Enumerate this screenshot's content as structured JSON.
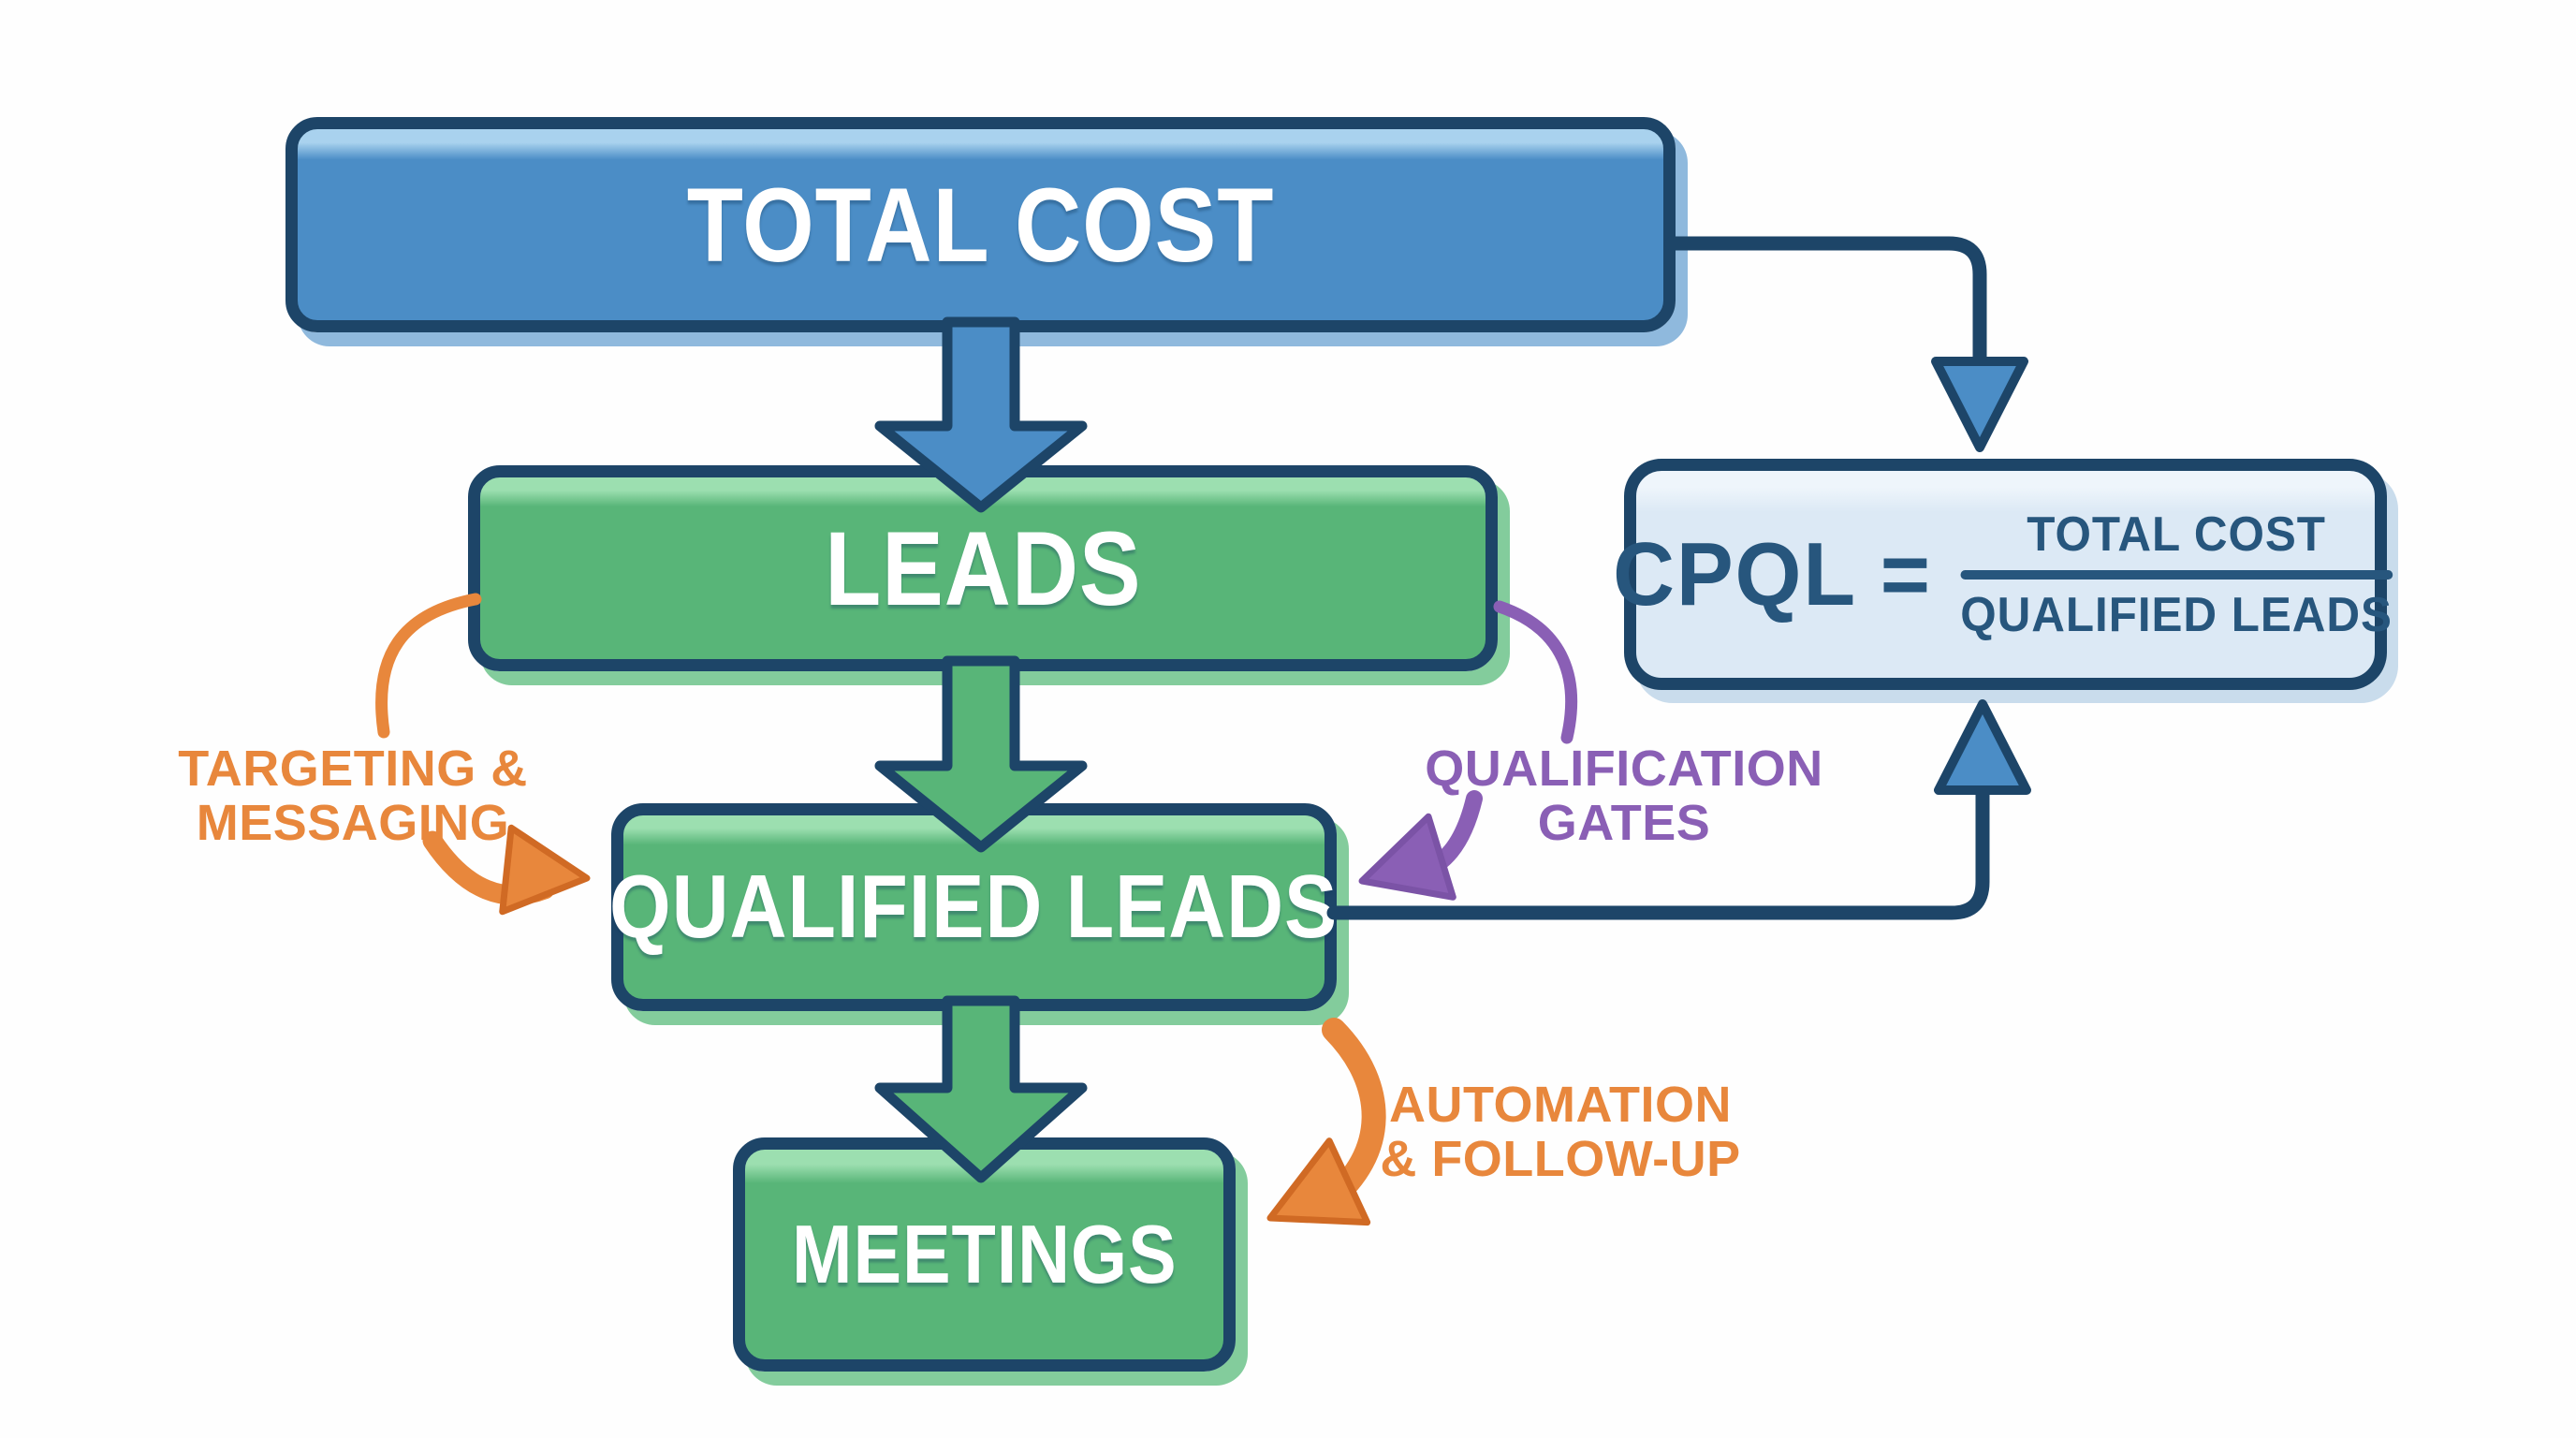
{
  "nodes": {
    "total_cost": {
      "label": "TOTAL COST"
    },
    "leads": {
      "label": "LEADS"
    },
    "qualified_leads": {
      "label": "QUALIFIED LEADS"
    },
    "meetings": {
      "label": "MEETINGS"
    }
  },
  "formula": {
    "lhs": "CPQL",
    "equals": "=",
    "numerator": "TOTAL COST",
    "denominator": "QUALIFIED LEADS"
  },
  "annotations": {
    "targeting": {
      "line1": "TARGETING &",
      "line2": "MESSAGING"
    },
    "qualification": {
      "line1": "QUALIFICATION",
      "line2": "GATES"
    },
    "automation": {
      "line1": "AUTOMATION",
      "line2": "& FOLLOW-UP"
    }
  },
  "colors": {
    "navy": "#1d4568",
    "blue": "#4b8dc6",
    "blue-hi": "#a9d2ee",
    "blue-shadow": "#8fb9dd",
    "green": "#58b578",
    "green-hi": "#9cdfb0",
    "green-shadow": "#83cc9c",
    "panel": "#dce9f5",
    "panel-hi": "#eef5fb",
    "panel-shadow": "#c9dcec",
    "formula-navy": "#27567d",
    "orange": "#e8873c",
    "orange-dark": "#d06a24",
    "purple": "#8a5fb5",
    "purple-dark": "#7b53a6",
    "bg": "#fefefe"
  }
}
